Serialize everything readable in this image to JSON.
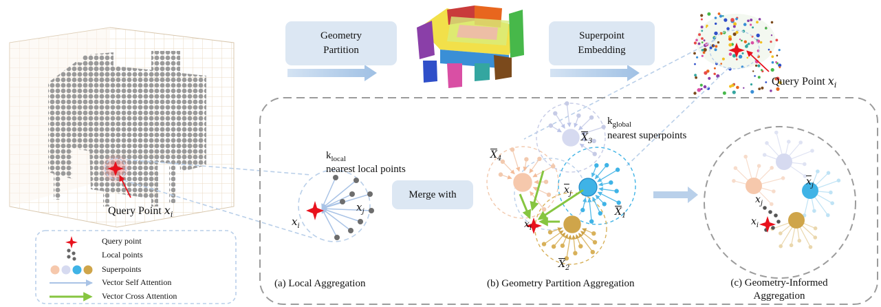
{
  "pipeline": {
    "geometry_partition": [
      "Geometry",
      "Partition"
    ],
    "superpoint_embedding": [
      "Superpoint",
      "Embedding"
    ],
    "merge_with": "Merge with"
  },
  "labels": {
    "query_point_left": "Query Point",
    "query_point_right": "Query Point",
    "x_i": "x",
    "i_sub": "i",
    "x_j": "x",
    "j_sub": "j",
    "k_local": "k",
    "k_local_sub": "local",
    "local_desc": "nearest local points",
    "k_global": "k",
    "k_global_sub": "global",
    "global_desc": "nearest superpoints",
    "X1": "X",
    "X2": "X",
    "X3": "X",
    "X4": "X",
    "s1": "1",
    "s2": "2",
    "s3": "3",
    "s4": "4"
  },
  "captions": {
    "a": "(a) Local Aggregation",
    "b": "(b) Geometry Partition Aggregation",
    "c1": "(c) Geometry-Informed",
    "c2": "Aggregation"
  },
  "legend": {
    "query_point": "Query point",
    "local_points": "Local points",
    "superpoints": "Superpoints",
    "self_attention": "Vector Self Attention",
    "cross_attention": "Vector Cross Attention"
  },
  "colors": {
    "query": "#e8111c",
    "superpoint_orange": "#f6c8ac",
    "superpoint_lavender": "#d6daf0",
    "superpoint_blue": "#3fb3e6",
    "superpoint_gold": "#cfa54a",
    "self_arrow": "#a9c3e6",
    "cross_arrow": "#86c540",
    "box_fill": "#dce7f3"
  }
}
